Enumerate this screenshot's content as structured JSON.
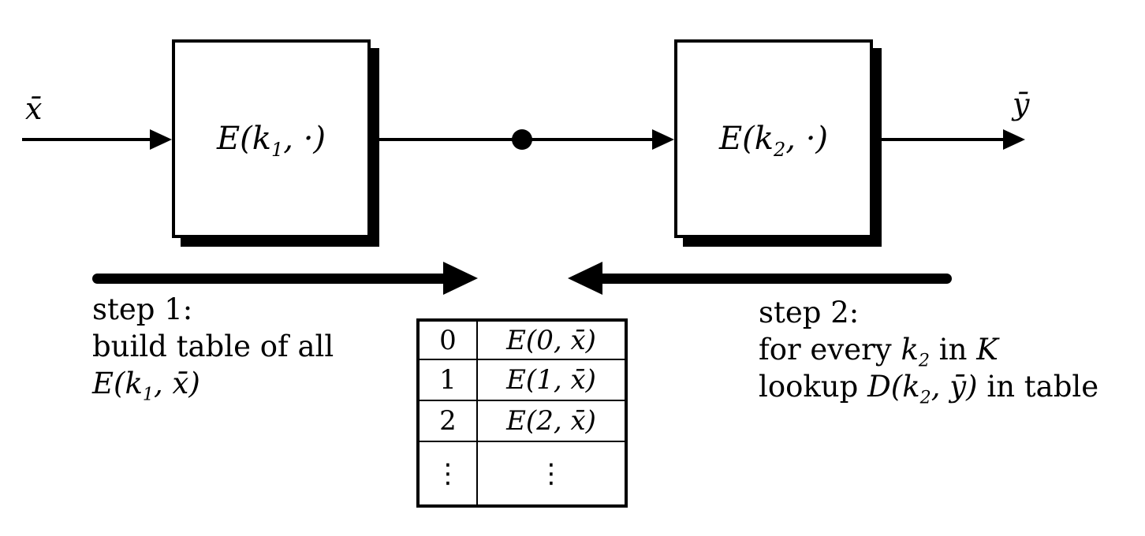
{
  "pipeline": {
    "input_label": "x̄",
    "output_label": "ȳ",
    "box1": {
      "pre": "E(k",
      "sub": "1",
      "post": ", ·)"
    },
    "box2": {
      "pre": "E(k",
      "sub": "2",
      "post": ", ·)"
    }
  },
  "step1": {
    "title": "step 1:",
    "line2": "build table of all",
    "math": {
      "pre": "E(k",
      "sub": "1",
      "post": ", x̄)"
    }
  },
  "step2": {
    "title": "step 2:",
    "line2": {
      "a": "for every ",
      "kpre": "k",
      "ksub": "2",
      "b": " in ",
      "keyspace": "K"
    },
    "line3": {
      "a": "lookup ",
      "mpre": "D(k",
      "msub": "2",
      "mpost": ", ȳ)",
      "b": " in table"
    }
  },
  "table": {
    "rows": [
      {
        "key": "0",
        "value": "E(0, x̄)"
      },
      {
        "key": "1",
        "value": "E(1, x̄)"
      },
      {
        "key": "2",
        "value": "E(2, x̄)"
      },
      {
        "key": "⋮",
        "value": "⋮"
      }
    ]
  }
}
